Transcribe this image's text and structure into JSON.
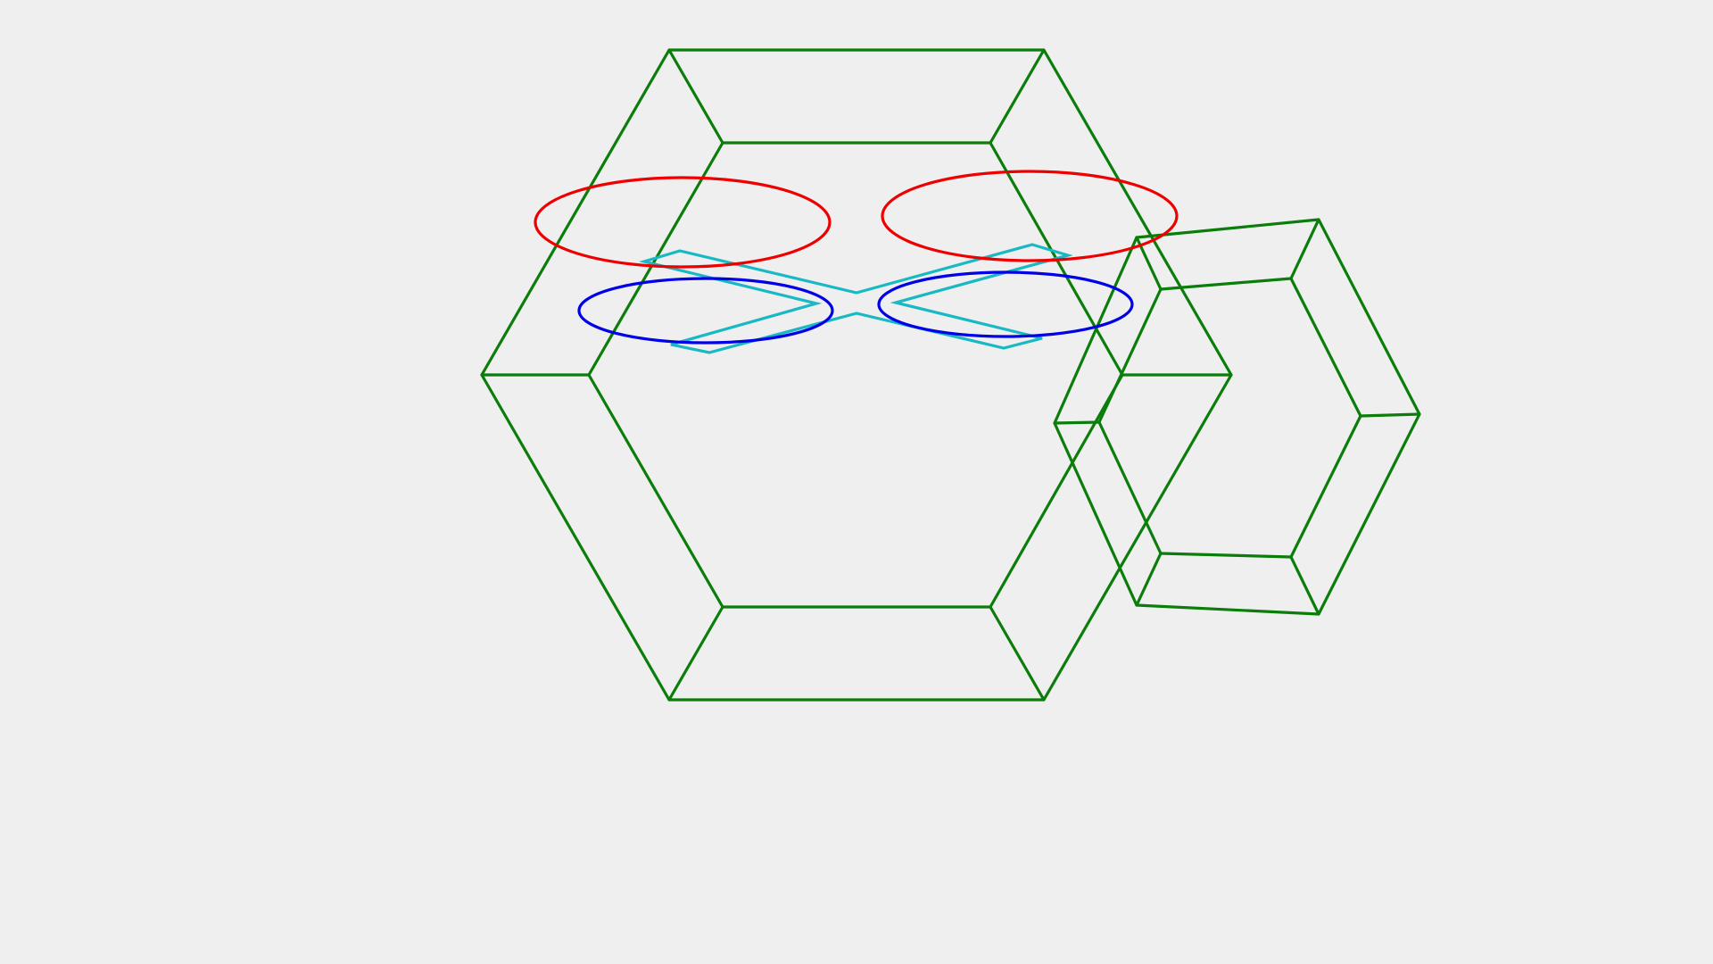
{
  "colors": {
    "background": "#efefef",
    "frame": "#0a7d0a",
    "upper_ellipses": "#ee0000",
    "lower_ellipses": "#0000e6",
    "bowtie": "#18b9c4"
  },
  "shapes": [
    {
      "kind": "hexagonal-frame",
      "color_key": "frame"
    },
    {
      "kind": "tilted-hexagonal-frame",
      "color_key": "frame"
    },
    {
      "kind": "ellipse",
      "color_key": "upper_ellipses"
    },
    {
      "kind": "ellipse",
      "color_key": "upper_ellipses"
    },
    {
      "kind": "ellipse",
      "color_key": "lower_ellipses"
    },
    {
      "kind": "ellipse",
      "color_key": "lower_ellipses"
    },
    {
      "kind": "bowtie",
      "color_key": "bowtie"
    }
  ]
}
